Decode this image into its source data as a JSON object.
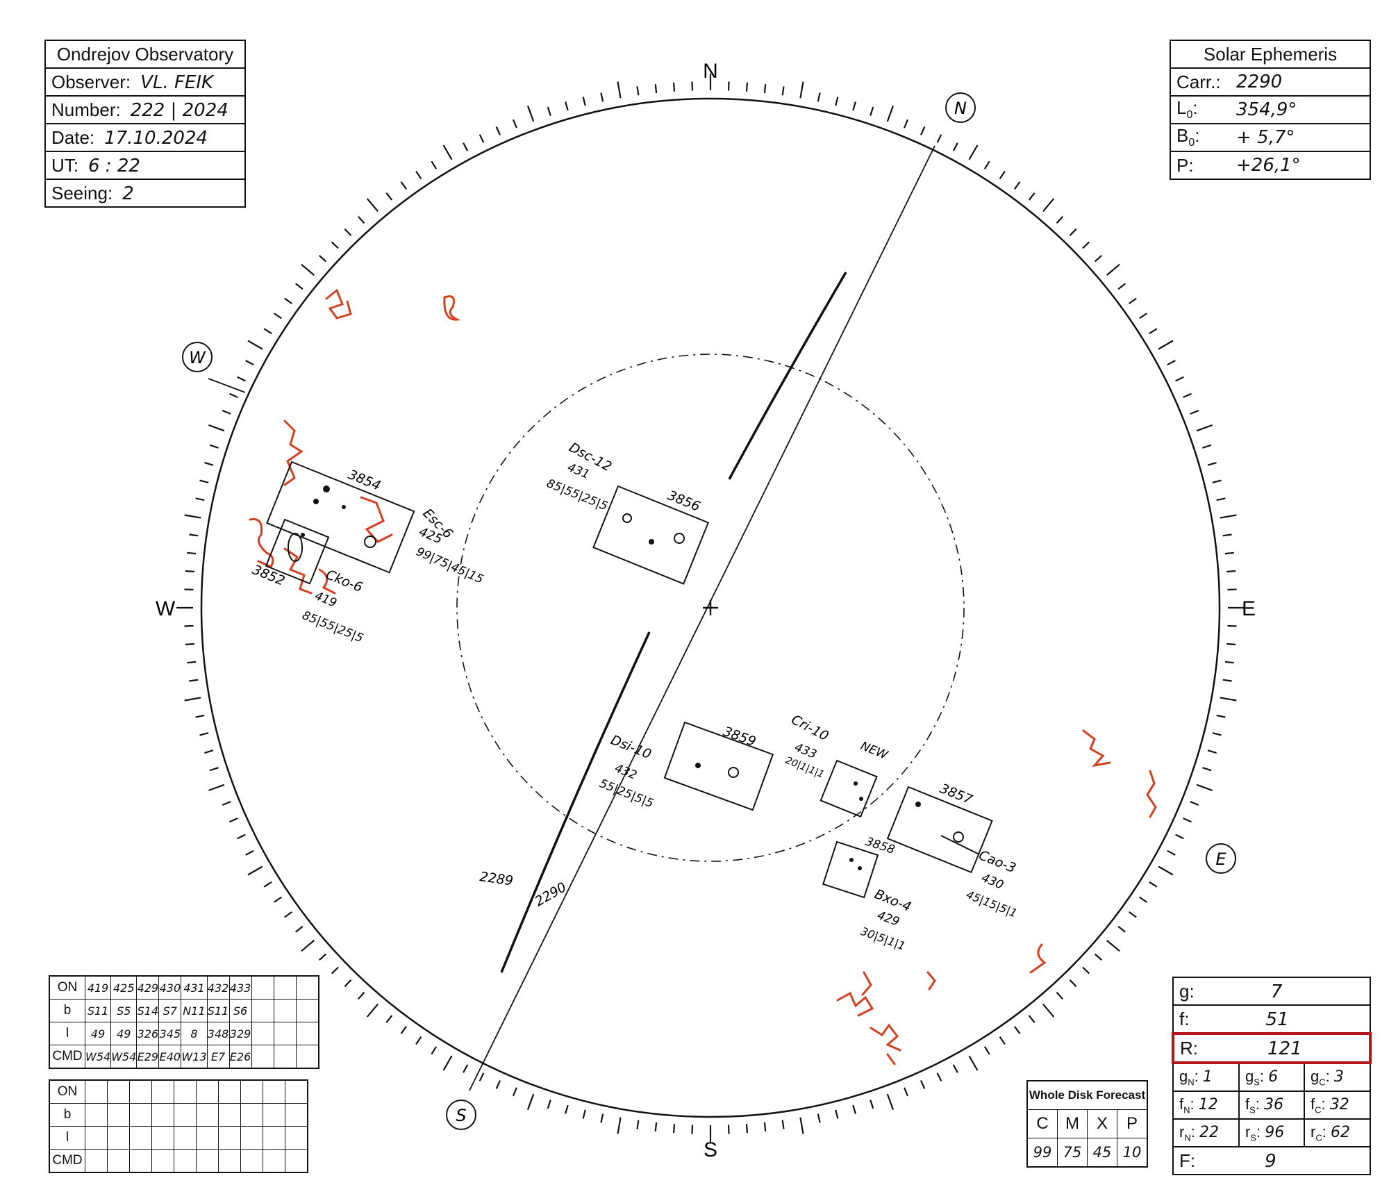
{
  "observatory": {
    "name": "Ondrejov Observatory",
    "rows": [
      {
        "label": "Observer:",
        "value": "VL. FEIK"
      },
      {
        "label": "Number:",
        "value": "222 | 2024"
      },
      {
        "label": "Date:",
        "value": "17.10.2024"
      },
      {
        "label": "UT:",
        "value": "6 : 22"
      },
      {
        "label": "Seeing:",
        "value": "2"
      }
    ]
  },
  "ephemeris": {
    "title": "Solar Ephemeris",
    "rows": [
      {
        "label": "Carr.:",
        "value": "2290"
      },
      {
        "label": "L",
        "sub": "0",
        "value": "354,9°"
      },
      {
        "label": "B",
        "sub": "0",
        "value": "+ 5,7°"
      },
      {
        "label": "P:",
        "value": "+26,1°"
      }
    ]
  },
  "compass": {
    "N": "N",
    "S": "S",
    "E": "E",
    "W": "W",
    "n_circle": "N",
    "s_circle": "S",
    "e_circle": "E",
    "w_circle": "W"
  },
  "carrington_labels": {
    "a": "2289",
    "b": "2290"
  },
  "groups": [
    {
      "noaa": "3854",
      "zurich": "Esc-6",
      "on": "425",
      "areas": "99|75|45|15"
    },
    {
      "noaa": "3852",
      "zurich": "Cko-6",
      "on": "419",
      "areas": "85|55|25|5"
    },
    {
      "noaa": "3856",
      "zurich": "Dsc-12",
      "on": "431",
      "areas": "85|55|25|5"
    },
    {
      "noaa": "3859",
      "zurich": "Dsi-10",
      "on": "432",
      "areas": "55|25|5|5"
    },
    {
      "noaa": "NEW",
      "zurich": "Cri-10",
      "on": "433",
      "areas": "20|1|1|1"
    },
    {
      "noaa": "3857",
      "zurich": "Cao-3",
      "on": "430",
      "areas": "45|15|5|1"
    },
    {
      "noaa": "3858",
      "zurich": "Bxo-4",
      "on": "429",
      "areas": "30|5|1|1"
    }
  ],
  "table1": {
    "labels": [
      "ON",
      "b",
      "l",
      "CMD"
    ],
    "rows": [
      [
        "419",
        "425",
        "429",
        "430",
        "431",
        "432",
        "433",
        "",
        "",
        ""
      ],
      [
        "S11",
        "S5",
        "S14",
        "S7",
        "N11",
        "S11",
        "S6",
        "",
        "",
        ""
      ],
      [
        "49",
        "49",
        "326",
        "345",
        "8",
        "348",
        "329",
        "",
        "",
        ""
      ],
      [
        "W54",
        "W54",
        "E29",
        "E40",
        "W13",
        "E7",
        "E26",
        "",
        "",
        ""
      ]
    ]
  },
  "table2": {
    "labels": [
      "ON",
      "b",
      "l",
      "CMD"
    ]
  },
  "forecast": {
    "title": "Whole Disk Forecast",
    "headers": [
      "C",
      "M",
      "X",
      "P"
    ],
    "values": [
      "99",
      "75",
      "45",
      "10"
    ]
  },
  "indices": {
    "g_label": "g:",
    "g": "7",
    "f_label": "f:",
    "f": "51",
    "R_label": "R:",
    "R": "121",
    "gN": "1",
    "gS": "6",
    "gC": "3",
    "fN": "12",
    "fS": "36",
    "fC": "32",
    "rN": "22",
    "rS": "96",
    "rC": "62",
    "F_label": "F:",
    "F": "9"
  },
  "colors": {
    "plage": "#d4401f",
    "ink": "#111111",
    "highlight": "#b3151a"
  }
}
